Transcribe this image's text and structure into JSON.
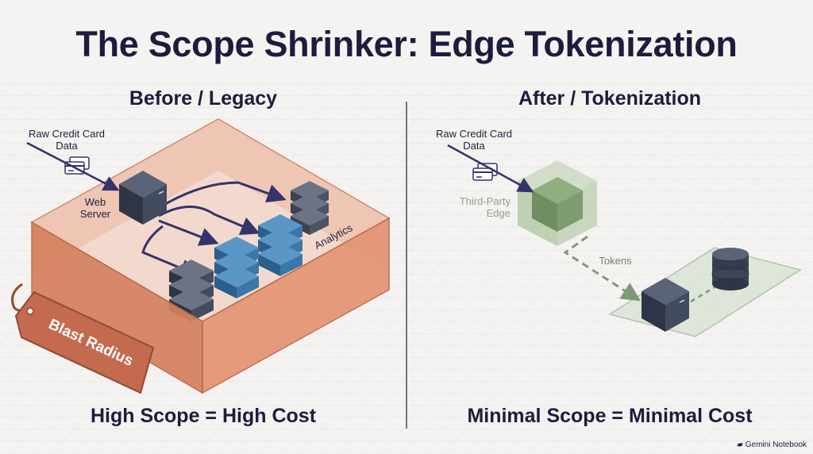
{
  "title": "The Scope Shrinker: Edge Tokenization",
  "left_panel": {
    "heading": "Before / Legacy",
    "input_label_1": "Raw Credit Card",
    "input_label_2": "Data",
    "web_server_label_1": "Web",
    "web_server_label_2": "Server",
    "analytics_label": "Analytics",
    "tag_label": "Blast Radius",
    "footer": "High Scope = High Cost"
  },
  "right_panel": {
    "heading": "After / Tokenization",
    "input_label_1": "Raw Credit Card",
    "input_label_2": "Data",
    "edge_label_1": "Third-Party",
    "edge_label_2": "Edge",
    "tokens_label": "Tokens",
    "footer": "Minimal Scope = Minimal Cost"
  },
  "branding": "Gemini Notebook",
  "colors": {
    "box_orange": "#d4805e",
    "server_dark": "#3d4556",
    "server_blue": "#3b77a8",
    "edge_green": "#9bb88e",
    "arrow_navy": "#34336a"
  }
}
